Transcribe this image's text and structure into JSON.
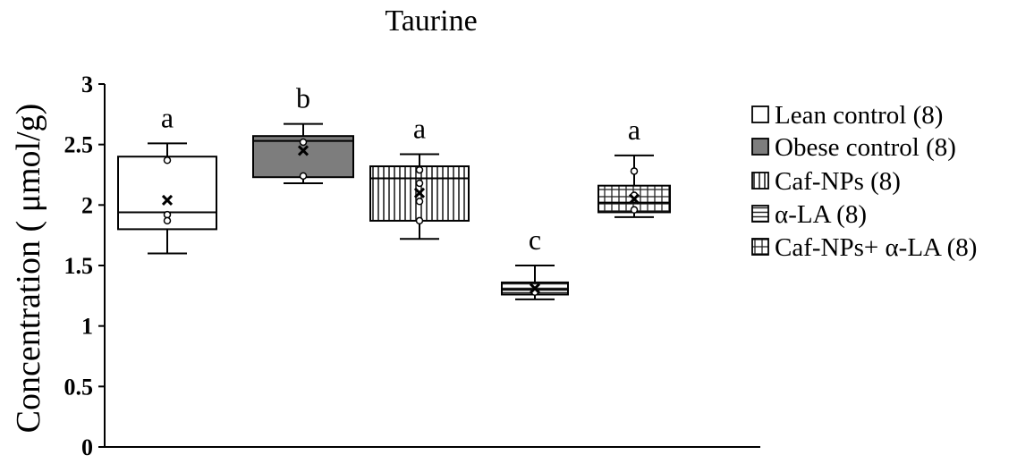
{
  "chart_data": {
    "type": "box",
    "title": "Taurine",
    "xlabel": "",
    "ylabel": "Concentration ( μmol/g)",
    "ylim": [
      0,
      3
    ],
    "yticks": [
      "0",
      "0.5",
      "1",
      "1.5",
      "2",
      "2.5",
      "3"
    ],
    "grid": false,
    "legend_position": "right",
    "series": [
      {
        "name": "Lean control (8)",
        "pattern": "white",
        "whisker_low": 1.6,
        "q1": 1.8,
        "median": 1.94,
        "q3": 2.4,
        "whisker_high": 2.51,
        "mean": 2.04,
        "points": [
          2.37,
          1.92,
          1.87
        ],
        "label": "a"
      },
      {
        "name": "Obese control (8)",
        "pattern": "gray",
        "whisker_low": 2.18,
        "q1": 2.23,
        "median": 2.53,
        "q3": 2.57,
        "whisker_high": 2.67,
        "mean": 2.45,
        "points": [
          2.52,
          2.24
        ],
        "label": "b"
      },
      {
        "name": "Caf-NPs  (8)",
        "pattern": "vertical",
        "whisker_low": 1.72,
        "q1": 1.87,
        "median": 2.22,
        "q3": 2.32,
        "whisker_high": 2.42,
        "mean": 2.1,
        "points": [
          2.29,
          2.18,
          2.03,
          1.87
        ],
        "label": "a"
      },
      {
        "name": "α-LA (8)",
        "pattern": "horizontal",
        "whisker_low": 1.22,
        "q1": 1.26,
        "median": 1.3,
        "q3": 1.36,
        "whisker_high": 1.5,
        "mean": 1.31,
        "points": [
          1.28
        ],
        "label": "c"
      },
      {
        "name": "Caf-NPs+ α-LA (8)",
        "pattern": "grid",
        "whisker_low": 1.9,
        "q1": 1.94,
        "median": 2.02,
        "q3": 2.16,
        "whisker_high": 2.41,
        "mean": 2.05,
        "points": [
          2.28,
          2.08,
          1.96
        ],
        "label": "a"
      }
    ]
  }
}
